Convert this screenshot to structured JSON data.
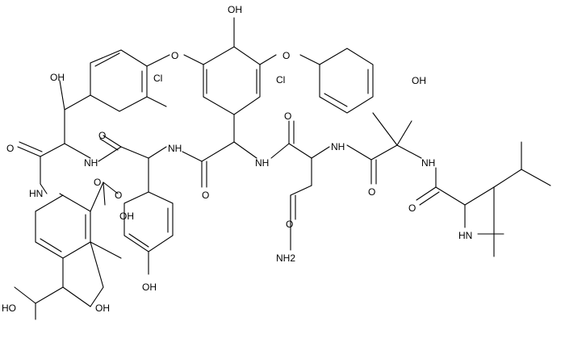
{
  "image": {
    "kind": "chemical-structure",
    "line_color": "#000000",
    "background": "#ffffff"
  },
  "atom_labels": [
    {
      "id": "oh-top",
      "text": "OH"
    },
    {
      "id": "o-ether-left",
      "text": "O"
    },
    {
      "id": "o-ether-right",
      "text": "O"
    },
    {
      "id": "cl-left",
      "text": "Cl"
    },
    {
      "id": "cl-right",
      "text": "Cl"
    },
    {
      "id": "oh-benzylic-left",
      "text": "OH"
    },
    {
      "id": "oh-benzylic-right",
      "text": "OH"
    },
    {
      "id": "o-amide-1",
      "text": "O"
    },
    {
      "id": "nh-1",
      "text": "NH"
    },
    {
      "id": "o-amide-2",
      "text": "O"
    },
    {
      "id": "hn-1",
      "text": "HN"
    },
    {
      "id": "nh-2",
      "text": "NH"
    },
    {
      "id": "o-amide-3",
      "text": "O"
    },
    {
      "id": "nh-3",
      "text": "NH"
    },
    {
      "id": "o-amide-4",
      "text": "O"
    },
    {
      "id": "nh-4",
      "text": "NH"
    },
    {
      "id": "o-amide-5",
      "text": "O"
    },
    {
      "id": "nh-5",
      "text": "NH"
    },
    {
      "id": "o-amide-6",
      "text": "O"
    },
    {
      "id": "o-amide-7",
      "text": "O"
    },
    {
      "id": "nh2",
      "text": "NH2"
    },
    {
      "id": "o-amide-8",
      "text": "O"
    },
    {
      "id": "hn-2",
      "text": "HN"
    },
    {
      "id": "acid-o",
      "text": "O"
    },
    {
      "id": "acid-oh",
      "text": "OH"
    },
    {
      "id": "oh-ring-bottom-mid",
      "text": "OH"
    },
    {
      "id": "oh-ring-bottom-left",
      "text": "HO"
    },
    {
      "id": "oh-ring-bottom-right",
      "text": "OH"
    }
  ]
}
